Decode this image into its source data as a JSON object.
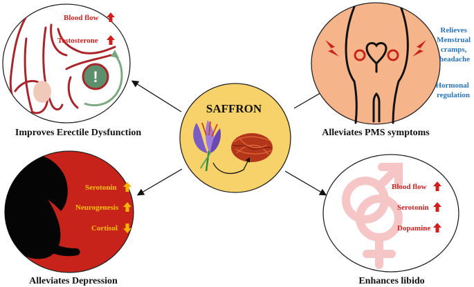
{
  "center": {
    "title": "SAFFRON"
  },
  "erectile": {
    "caption": "Improves Erectile Dysfunction",
    "items": [
      {
        "label": "Blood flow",
        "direction": "up"
      },
      {
        "label": "Testosterone",
        "direction": "up"
      }
    ]
  },
  "pms": {
    "caption": "Alleviates PMS symptoms",
    "notes": [
      [
        "Relieves",
        "Menstrual",
        "cramps,",
        "headache"
      ],
      [
        "Hormonal",
        "regulation"
      ]
    ]
  },
  "depression": {
    "caption": "Alleviates Depression",
    "items": [
      {
        "label": "Serotonin",
        "direction": "up"
      },
      {
        "label": "Neurogenesis",
        "direction": "up"
      },
      {
        "label": "Cortisol",
        "direction": "down"
      }
    ]
  },
  "libido": {
    "caption": "Enhances libido",
    "items": [
      {
        "label": "Blood flow",
        "direction": "up"
      },
      {
        "label": "Serotonin",
        "direction": "up"
      },
      {
        "label": "Dopamine",
        "direction": "up"
      }
    ]
  },
  "colors": {
    "arrow_red": "#d11f1f",
    "arrow_yellow": "#f5b400",
    "note_blue": "#2a74b8",
    "center_fill": "#f7d26a",
    "pms_fill": "#f6b48a",
    "depression_fill": "#c8231a",
    "label_red": "#d11f1f",
    "label_yellow": "#f5c400"
  }
}
